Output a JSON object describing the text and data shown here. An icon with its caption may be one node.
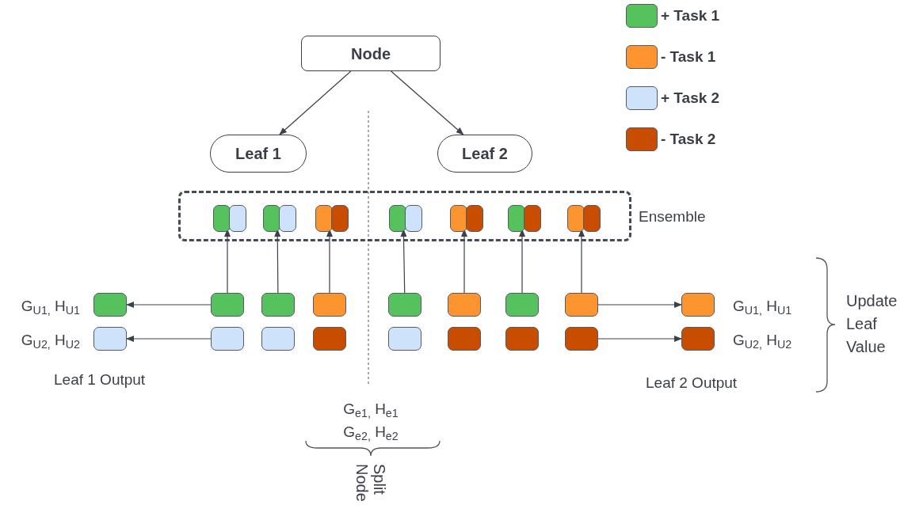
{
  "diagram": {
    "nodes": [
      {
        "text": [
          "Node"
        ]
      },
      {
        "text": [
          "Leaf 1"
        ]
      },
      {
        "text": [
          "Leaf 2"
        ]
      },
      {
        "text": [
          "Ensemble"
        ]
      },
      {
        "text": [],
        "shape": "box",
        "in": 3
      },
      {
        "text": [],
        "shape": "box",
        "in": 3
      },
      {
        "text": [],
        "shape": "box",
        "in": 3
      },
      {
        "text": [],
        "shape": "box",
        "in": 3
      },
      {
        "text": [],
        "shape": "box",
        "in": 3
      },
      {
        "text": [],
        "shape": "box",
        "in": 3
      },
      {
        "text": [],
        "shape": "box",
        "in": 3
      },
      {
        "text": [],
        "shape": "box",
        "beside": [
          "G$_{U1,}$ H$_{U1}$"
        ]
      },
      {
        "text": [],
        "shape": "box"
      },
      {
        "text": [],
        "shape": "box"
      },
      {
        "text": [],
        "shape": "box"
      },
      {
        "text": [],
        "shape": "box"
      },
      {
        "text": [],
        "shape": "box"
      },
      {
        "text": [],
        "shape": "box"
      },
      {
        "text": [],
        "shape": "box"
      },
      {
        "text": [],
        "shape": "box",
        "beside": [
          "G$_{U1,}$ H$_{U1}$"
        ]
      },
      {
        "text": [],
        "shape": "box",
        "beside": [
          "G$_{U2,}$ H$_{U2}$"
        ]
      },
      {
        "text": [],
        "shape": "box"
      },
      {
        "text": [],
        "shape": "box"
      },
      {
        "text": [],
        "shape": "box"
      },
      {
        "text": [],
        "shape": "box"
      },
      {
        "text": [],
        "shape": "box"
      },
      {
        "text": [],
        "shape": "box"
      },
      {
        "text": [],
        "shape": "box"
      },
      {
        "text": [],
        "shape": "box",
        "beside": [
          "G$_{U2,}$ H$_{U2}$"
        ]
      }
    ],
    "edges": [
      {
        "from": 0,
        "to": 1,
        "arrow": "to"
      },
      {
        "from": 0,
        "to": 2,
        "arrow": "to"
      },
      {
        "from": 12,
        "to": 4,
        "arrow": "to"
      },
      {
        "from": 13,
        "to": 5,
        "arrow": "to"
      },
      {
        "from": 14,
        "to": 6,
        "arrow": "to"
      },
      {
        "from": 15,
        "to": 7,
        "arrow": "to"
      },
      {
        "from": 16,
        "to": 8,
        "arrow": "to"
      },
      {
        "from": 17,
        "to": 9,
        "arrow": "to"
      },
      {
        "from": 18,
        "to": 10,
        "arrow": "to"
      },
      {
        "from": 12,
        "to": 11,
        "arrow": "to"
      },
      {
        "from": 21,
        "to": 20,
        "arrow": "to"
      },
      {
        "from": 18,
        "to": 19,
        "arrow": "to"
      },
      {
        "from": 27,
        "to": 28,
        "arrow": "to"
      }
    ],
    "labels": [
      "Update Leaf Value",
      "Leaf 1 Output",
      "Leaf 2 Output",
      "G$_{e1,}$ H$_{e1}$",
      "G$_{e2,}$ H$_{e2}$",
      "Split Node"
    ],
    "legend": [
      {
        "text": "+ Task 1",
        "color": "#55c25e"
      },
      {
        "text": "- Task 1",
        "color": "#fc9430"
      },
      {
        "text": "+ Task 2",
        "color": "#cfe2fc"
      },
      {
        "text": "- Task 2",
        "color": "#c94d00"
      }
    ]
  }
}
